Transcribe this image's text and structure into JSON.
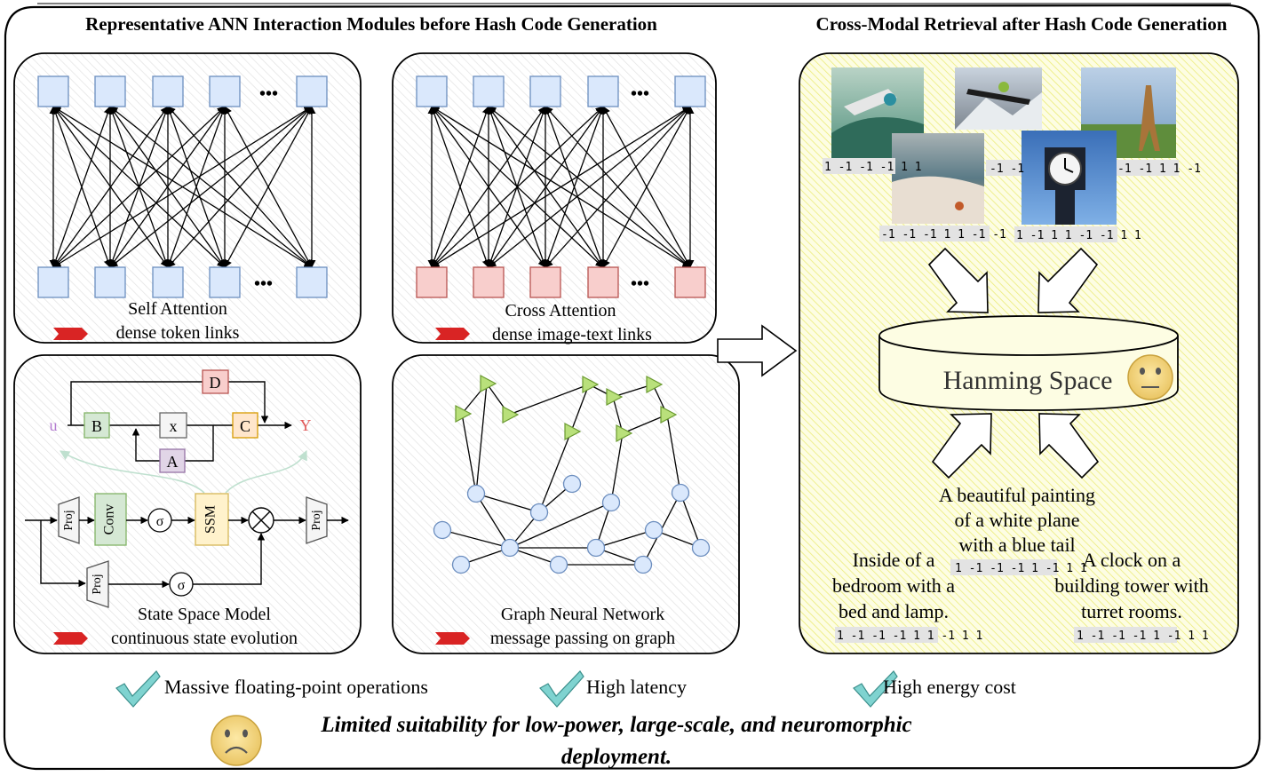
{
  "headings": {
    "left": "Representative ANN Interaction Modules before Hash Code Generation",
    "right": "Cross-Modal Retrieval after Hash Code Generation"
  },
  "panels": {
    "self_attention": {
      "title": "Self Attention",
      "subtitle": "dense token links"
    },
    "cross_attention": {
      "title": "Cross Attention",
      "subtitle": "dense image-text links"
    },
    "state_space": {
      "title": "State Space Model",
      "subtitle": "continuous state evolution",
      "labels": {
        "u": "u",
        "B": "B",
        "x": "x",
        "C": "C",
        "Y": "Y",
        "D": "D",
        "A": "A",
        "proj": "Proj",
        "conv": "Conv",
        "sigma": "σ",
        "ssm": "SSM"
      }
    },
    "gnn": {
      "title": "Graph Neural Network",
      "subtitle": "message passing on graph"
    }
  },
  "ellipsis": "•••",
  "retrieval": {
    "space_label": "Hanming Space",
    "image_codes": [
      "1 -1 -1 -1 1 1",
      "-1 -1",
      "-1 -1 1 1 -1",
      "-1 -1 -1 1 1 -1 -1",
      "1 -1 1 1 -1 -1 1 1"
    ],
    "captions": [
      {
        "text": [
          "A beautiful painting",
          "of a white plane",
          "with a blue tail"
        ],
        "code": "1 -1 -1 -1 1 -1 1 1"
      },
      {
        "text": [
          "Inside of a",
          "bedroom with a",
          "bed and lamp."
        ],
        "code": "1 -1 -1 -1 1 1 -1 1 1"
      },
      {
        "text": [
          "A clock on a",
          "building tower with",
          "turret rooms."
        ],
        "code": "1 -1 -1 -1 1 -1 1 1"
      }
    ]
  },
  "drawbacks": [
    "Massive floating-point operations",
    "High latency",
    "High energy cost"
  ],
  "conclusion": [
    "Limited suitability for low-power, large-scale, and neuromorphic",
    "deployment."
  ],
  "colors": {
    "token_blue": "#dae8fc",
    "token_blue_border": "#6c8ebf",
    "token_red": "#f8cecc",
    "token_red_border": "#b85450",
    "node_green": "#d5e8d4",
    "node_green_border": "#82b366",
    "node_orange": "#ffe6cc",
    "node_orange_border": "#d79b00",
    "node_purple": "#e1d5e7",
    "node_purple_border": "#9673a6",
    "ssm_yellow": "#fff2cc",
    "ssm_yellow_border": "#d6b656",
    "tri_green": "#b9e07b",
    "check_teal": "#7fd3d0",
    "retrieval_bg": "#fbfbd9",
    "flag_red": "#d92424",
    "face_yellow": "#f8df8a"
  }
}
